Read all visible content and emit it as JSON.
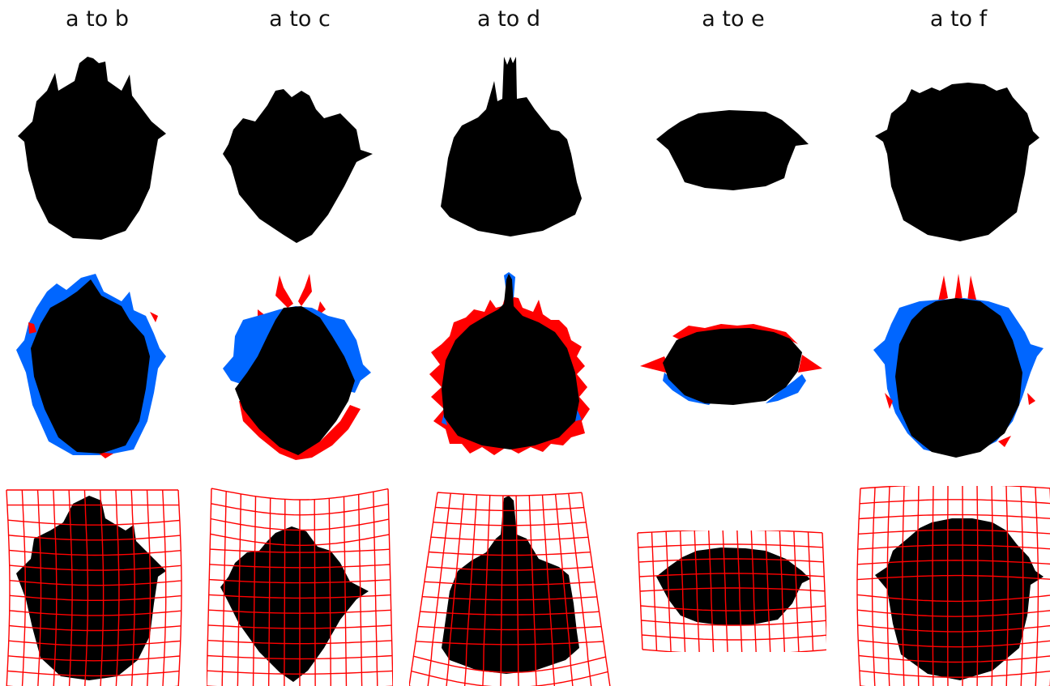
{
  "columns": [
    {
      "title": "a to b"
    },
    {
      "title": "a to c"
    },
    {
      "title": "a to d"
    },
    {
      "title": "a to e"
    },
    {
      "title": "a to f"
    }
  ],
  "colors": {
    "shape": "#000000",
    "expansion": "#0066ff",
    "contraction": "#ff0000",
    "grid": "#ff0000",
    "background": "#ffffff"
  }
}
